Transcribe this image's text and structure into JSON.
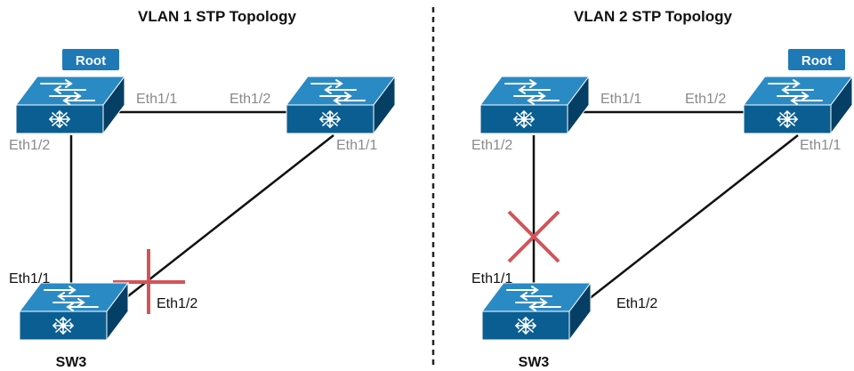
{
  "colors": {
    "switch_top": "#2a8ac4",
    "switch_front": "#0b5e92",
    "switch_side": "#063f66",
    "root_badge": "#1f79b7",
    "blocked_marker": "#d2545a",
    "link": "#111111"
  },
  "left": {
    "title": "VLAN 1 STP Topology",
    "root_badge": "Root",
    "sw3_name": "SW3",
    "ports": {
      "top_left_right": "Eth1/1",
      "top_right_left": "Eth1/2",
      "top_left_down": "Eth1/2",
      "top_right_down": "Eth1/1",
      "sw3_up": "Eth1/1",
      "sw3_right": "Eth1/2"
    },
    "blocked_port": "SW3 Eth1/2"
  },
  "right": {
    "title": "VLAN 2 STP Topology",
    "root_badge": "Root",
    "sw3_name": "SW3",
    "ports": {
      "top_left_right": "Eth1/1",
      "top_right_left": "Eth1/2",
      "top_left_down": "Eth1/2",
      "top_right_down": "Eth1/1",
      "sw3_up": "Eth1/1",
      "sw3_right": "Eth1/2"
    },
    "blocked_port": "SW3 Eth1/1"
  },
  "icons": [
    "switch-icon",
    "blocked-port-icon"
  ]
}
